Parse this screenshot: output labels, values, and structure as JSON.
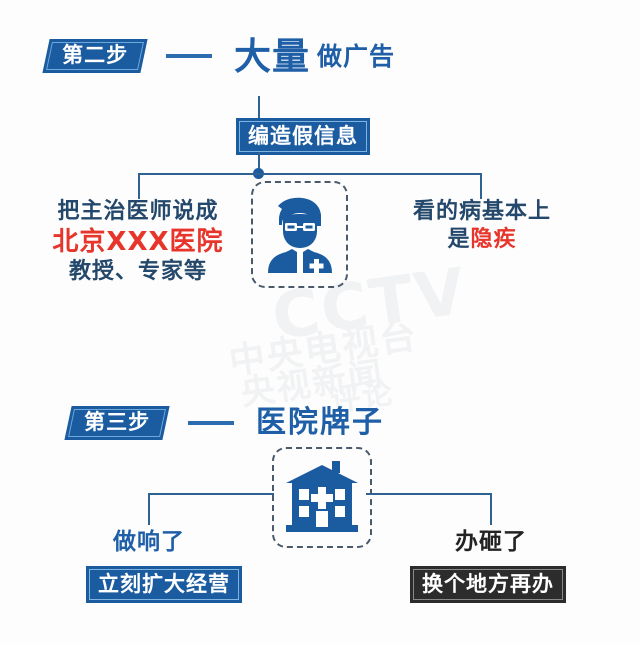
{
  "page": {
    "background_color": "#fdfdfd",
    "accent_blue": "#1b5ba0",
    "accent_red": "#e8352c",
    "accent_dark": "#2c2c2c",
    "line_color": "#2f6191"
  },
  "watermark": {
    "line1": "CCTV",
    "line2": "央视新闻",
    "line3": "评论",
    "line4": "中央电视台"
  },
  "section_two": {
    "badge": "第二步",
    "title_big": "大量",
    "title_small": "做广告",
    "center_box": "编造假信息",
    "icon": "doctor-icon",
    "left_branch": {
      "line1": "把主治医师说成",
      "line2": "北京XXX医院",
      "line3": "教授、专家等"
    },
    "right_branch": {
      "line1": "看的病基本上",
      "line2_prefix": "是",
      "line2_highlight": "隐疾"
    }
  },
  "section_three": {
    "badge": "第三步",
    "title": "医院牌子",
    "icon": "hospital-icon",
    "left_branch": {
      "label": "做响了",
      "box": "立刻扩大经营"
    },
    "right_branch": {
      "label": "办砸了",
      "box": "换个地方再办"
    }
  }
}
